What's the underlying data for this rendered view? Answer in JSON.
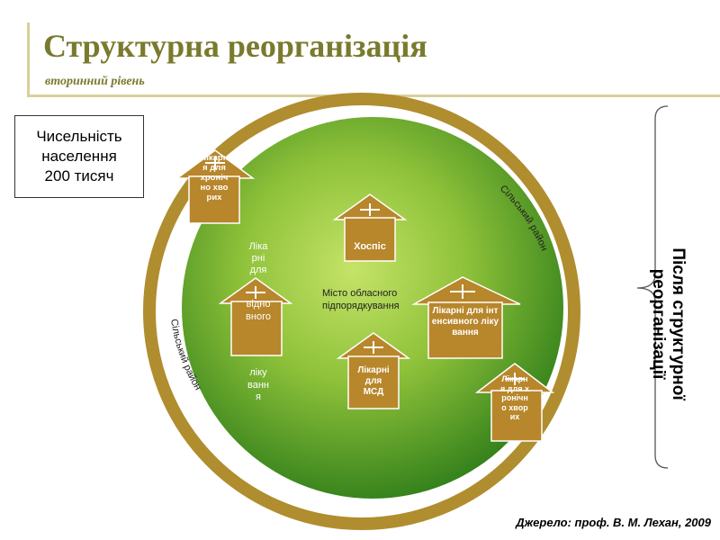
{
  "title": "Структурна реорганізація",
  "subtitle": "вторинний рівень",
  "population": {
    "line1": "Чисельність",
    "line2": "населення",
    "line3": "200 тисяч"
  },
  "right_label": {
    "line1": "Після структурної",
    "line2": "реорганізації"
  },
  "rural_district_top": "Сільський район",
  "rural_district_left": "Сільський район",
  "city_label": {
    "line1": "Місто обласного",
    "line2": "підпорядкування"
  },
  "rehab_label": {
    "part1": "Лікарні для",
    "part2": "відновного",
    "part3": "лікування"
  },
  "houses": {
    "chronic_top": "Лікарня для хронічно хворих",
    "hospice": "Хоспіс",
    "rehab": "",
    "intensive": "Лікарні для інтенсивного лікування",
    "msd": "Лікарні для МСД",
    "chronic_bottom": "Лікарня для хронічно хворих"
  },
  "source": "Джерело: проф. В. М. Лехан, 2009",
  "colors": {
    "title": "#7a7a2e",
    "ring": "#b08d2e",
    "house_fill": "#b8862b",
    "circle_center": "#b9dd55",
    "circle_edge": "#2a7a18"
  }
}
